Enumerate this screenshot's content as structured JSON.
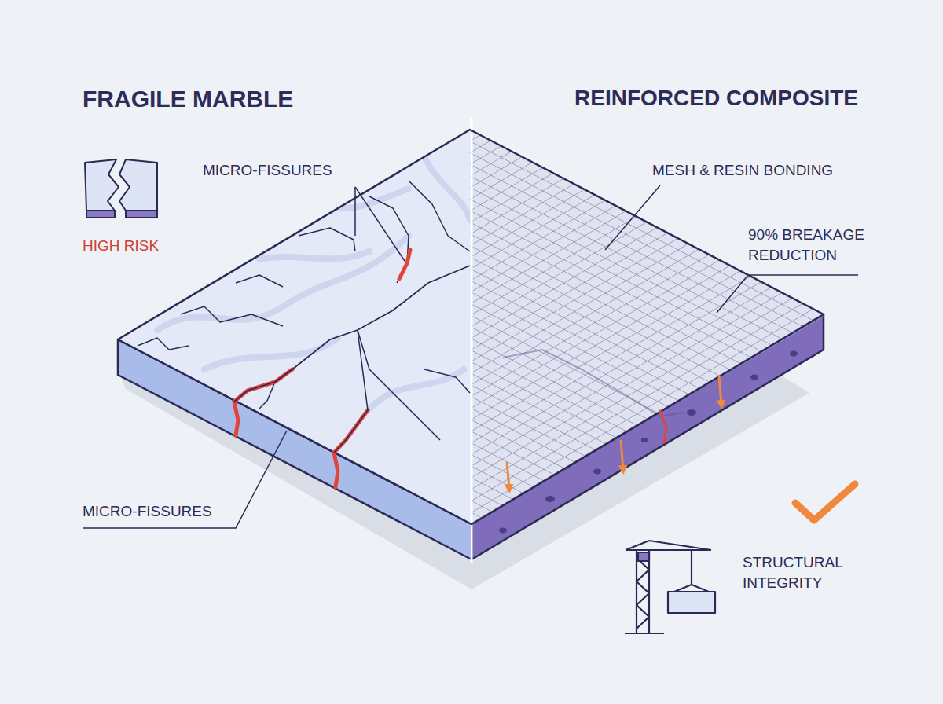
{
  "diagram": {
    "labels": [
      "FRAGILE MARBLE",
      "REINFORCED COMPOSITE",
      "MICRO-FISSURES",
      "HIGH RISK",
      "MESH & RESIN BONDING",
      "90% BREAKAGE REDUCTION",
      "MICRO-FISSURES",
      "STRUCTURAL INTEGRITY"
    ]
  }
}
